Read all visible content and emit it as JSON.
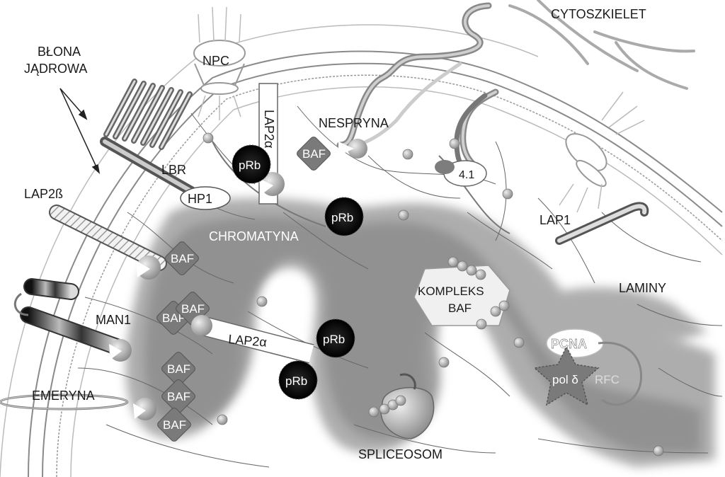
{
  "labels": {
    "cytoskeleton": "CYTOSZKIELET",
    "nuclear_envelope": "BŁONA\nJĄDROWA",
    "npc": "NPC",
    "lap2_alpha_vertical": "LAP2α",
    "nesprin": "NESPRYNA",
    "lbr": "LBR",
    "hp1": "HP1",
    "band41": "4.1",
    "lap2_beta": "LAP2ß",
    "chromatin": "CHROMATYNA",
    "lap1": "LAP1",
    "laminy": "LAMINY",
    "kompleks_baf": "KOMPLEKS\nBAF",
    "man1": "MAN1",
    "lap2_alpha": "LAP2α",
    "pcna": "PCNA",
    "pol_delta": "pol δ",
    "rfc": "RFC",
    "emerin": "EMERYNA",
    "spliceosome": "SPLICEOSOM"
  },
  "baf_label": "BAF",
  "prb_label": "pRb",
  "colors": {
    "chromatin": "#9a9a9a",
    "baf": "#7a7a7a",
    "prb": "#101010",
    "membrane": "#888888"
  }
}
